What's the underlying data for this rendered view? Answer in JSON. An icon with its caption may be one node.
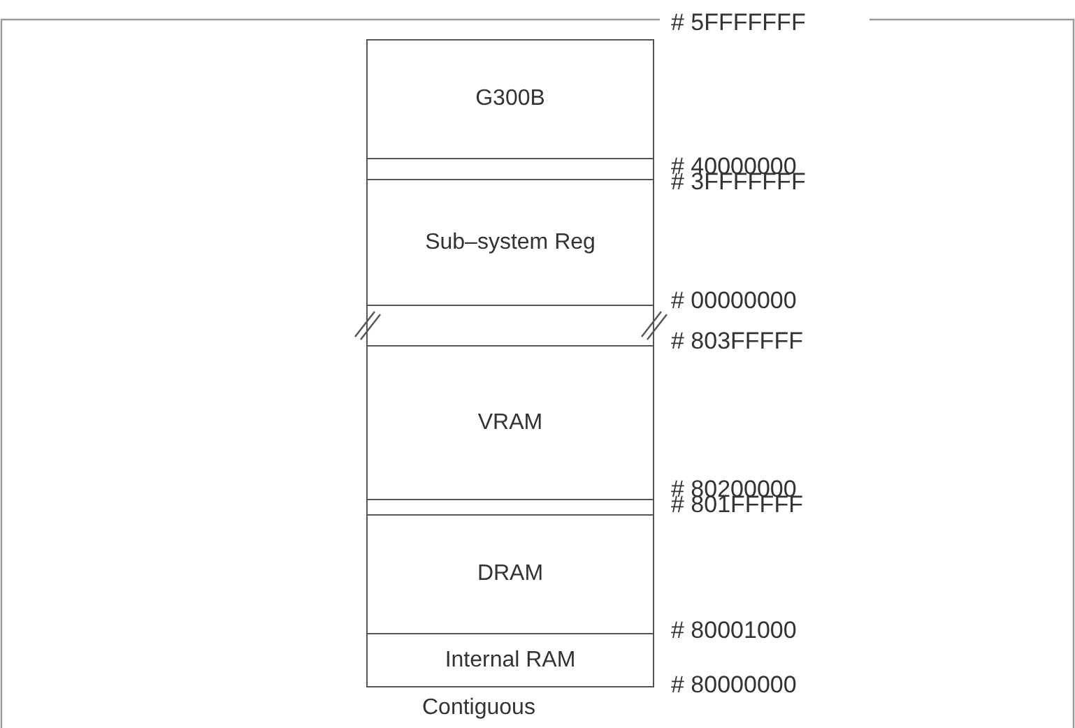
{
  "diagram": {
    "nodes": [
      {
        "text": [
          "G300B"
        ]
      },
      {
        "text": [],
        "shape": "box"
      },
      {
        "text": [
          "Sub–system Reg"
        ]
      },
      {
        "text": [],
        "shape": "box"
      },
      {
        "text": [
          "VRAM"
        ]
      },
      {
        "text": [],
        "shape": "box"
      },
      {
        "text": [
          "DRAM"
        ]
      },
      {
        "text": [
          "Internal RAM"
        ]
      }
    ],
    "labels": [
      "# 5FFFFFFF",
      "# 40000000",
      "# 3FFFFFFF",
      "# 00000000",
      "# 803FFFFF",
      "# 80200000",
      "# 801FFFFF",
      "# 80001000",
      "# 80000000",
      "Contiguous"
    ]
  }
}
